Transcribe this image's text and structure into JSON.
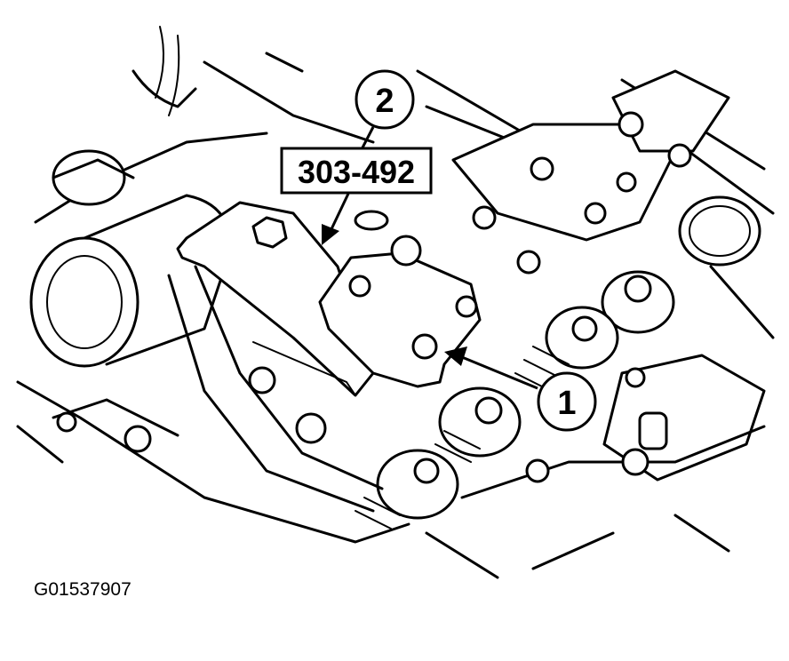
{
  "diagram": {
    "tool_label": "303-492",
    "callouts": [
      {
        "number": "2"
      },
      {
        "number": "1"
      }
    ],
    "figure_id": "G01537907"
  }
}
